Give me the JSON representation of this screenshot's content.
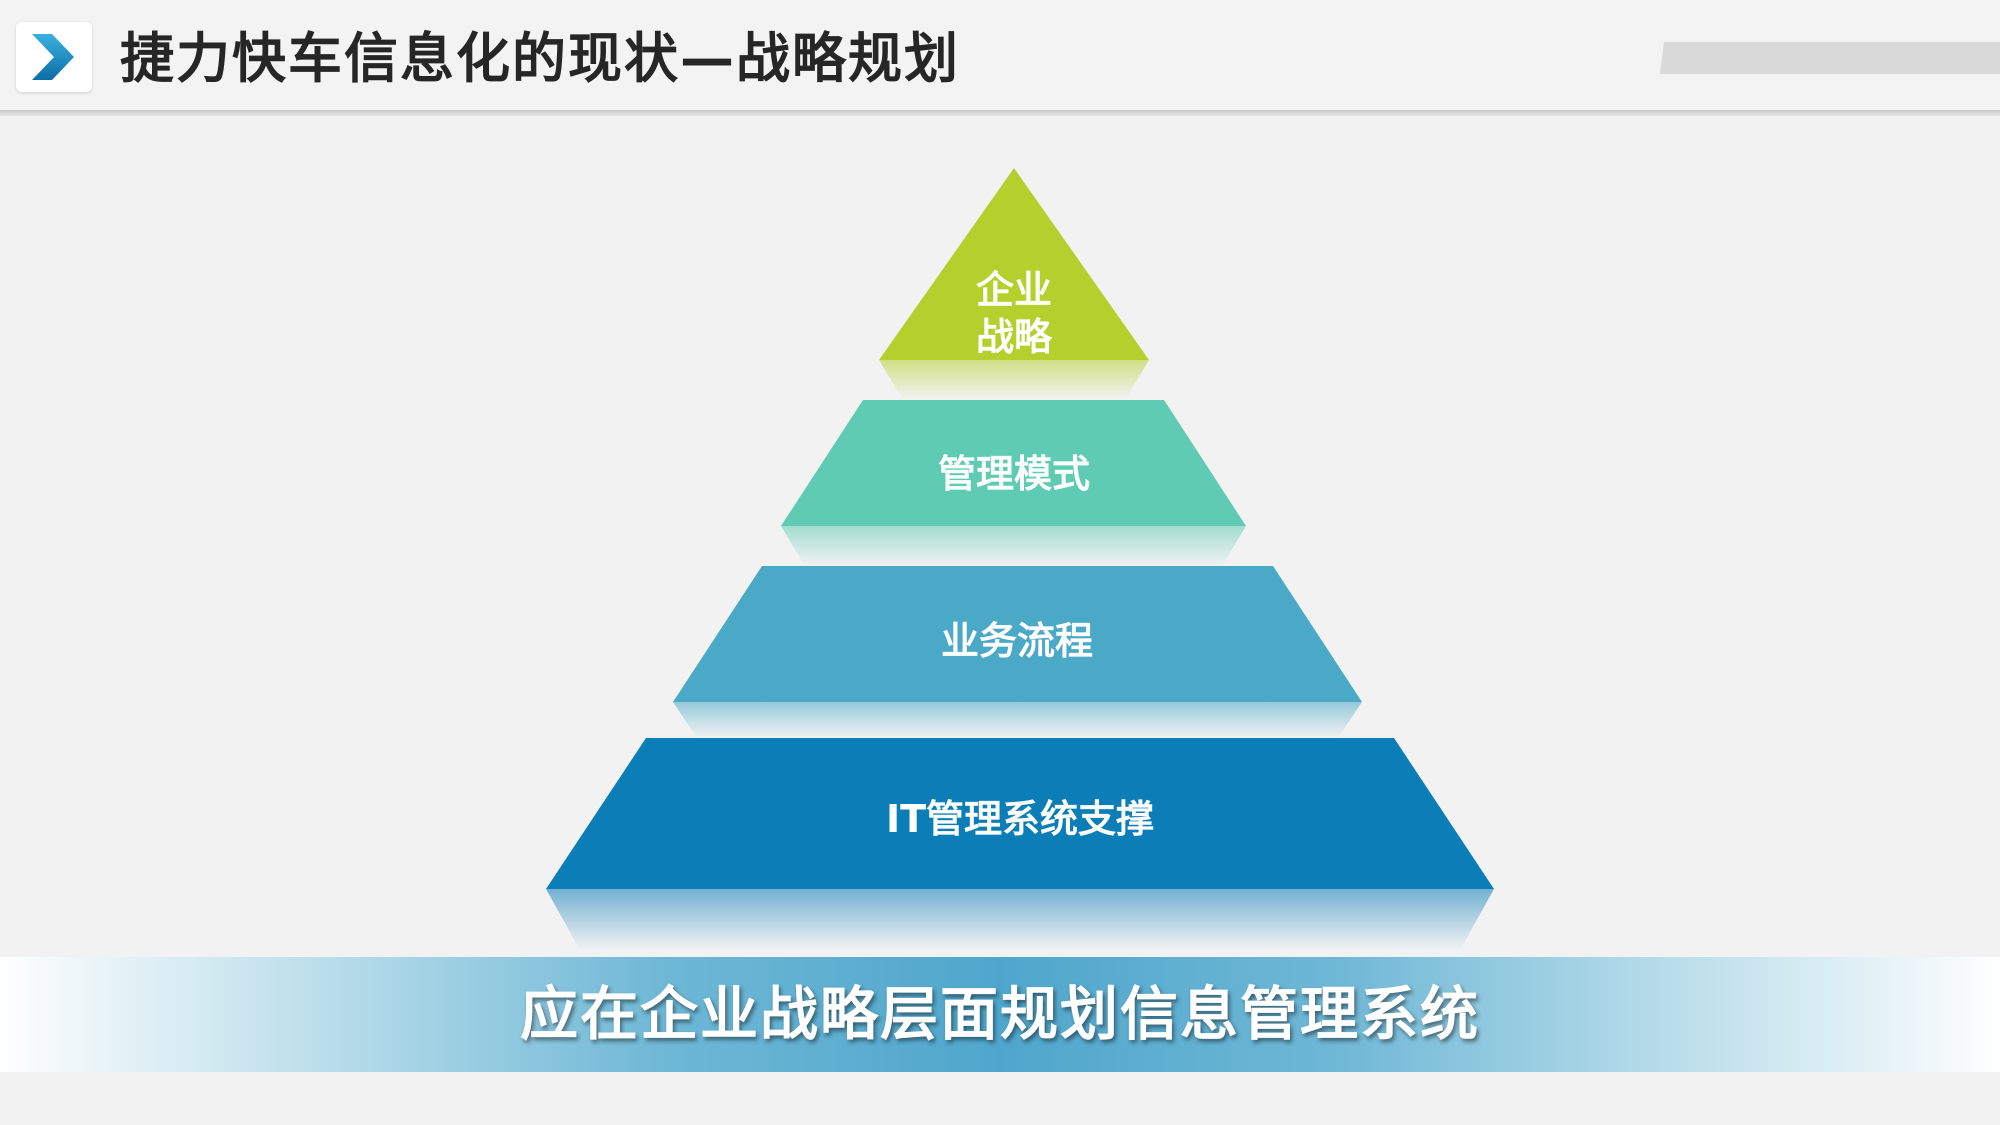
{
  "header": {
    "title": "捷力快车信息化的现状—战略规划",
    "logo_icon": "chevron-right-icon",
    "accent": "#1f8fc6"
  },
  "pyramid": {
    "tiers": [
      {
        "lines": [
          "企业",
          "战略"
        ],
        "color": "#b5cf2c"
      },
      {
        "lines": [
          "管理模式"
        ],
        "color": "#5ecbb2"
      },
      {
        "lines": [
          "业务流程"
        ],
        "color": "#4aa9c6"
      },
      {
        "lines": [
          "IT管理系统支撑"
        ],
        "color": "#0b7db7"
      }
    ]
  },
  "banner": {
    "text": "应在企业战略层面规划信息管理系统"
  }
}
